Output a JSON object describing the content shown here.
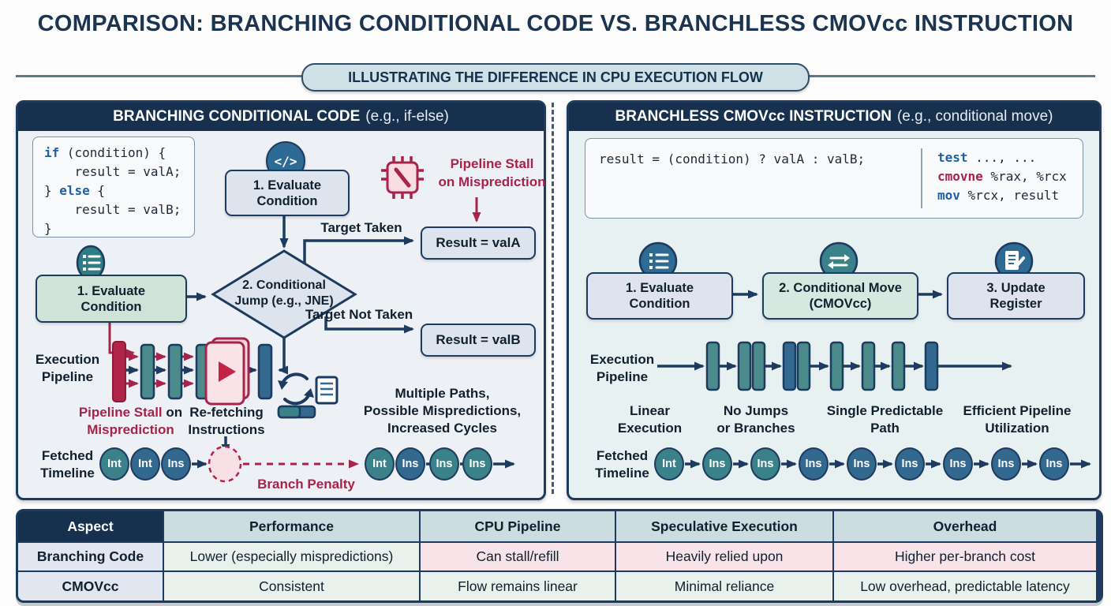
{
  "title": "COMPARISON: BRANCHING CONDITIONAL CODE VS. BRANCHLESS CMOVcc INSTRUCTION",
  "subtitle": "ILLUSTRATING THE DIFFERENCE IN CPU EXECUTION FLOW",
  "left_panel": {
    "header_main": "BRANCHING CONDITIONAL CODE",
    "header_note": "(e.g., if-else)",
    "code": {
      "l1_kw": "if",
      "l1_rest": " (condition) {",
      "l2": "    result = valA;",
      "l3_pre": "} ",
      "l3_kw": "else",
      "l3_post": " {",
      "l4": "    result = valB;",
      "l5": "}"
    },
    "code_icon_glyph": "</>",
    "step_evaluate_top": [
      "1. Evaluate",
      "Condition"
    ],
    "stall_top": [
      "Pipeline Stall",
      "on Misprediction"
    ],
    "target_taken": "Target Taken",
    "result_a": "Result = valA",
    "decision": [
      "2. Conditional",
      "Jump (e.g., JNE)"
    ],
    "target_not_taken": "Target Not Taken",
    "result_b": "Result = valB",
    "step_evaluate_left": [
      "1. Evaluate",
      "Condition"
    ],
    "execution_pipeline": [
      "Execution",
      "Pipeline"
    ],
    "stall_bottom": {
      "line1_crimson": "Pipeline Stall",
      "line1_dark": " on",
      "line2": "Misprediction"
    },
    "refetch": [
      "Re-fetching",
      "Instructions"
    ],
    "consequences": [
      "Multiple Paths,",
      "Possible Mispredictions,",
      "Increased Cycles"
    ],
    "fetched_timeline": [
      "Fetched",
      "Timeline"
    ],
    "branch_penalty": "Branch Penalty",
    "timeline_before": [
      {
        "label": "Int",
        "color": "teal"
      },
      {
        "label": "Int",
        "color": "blue"
      },
      {
        "label": "Ins",
        "color": "blue"
      }
    ],
    "timeline_after": [
      {
        "label": "Int",
        "color": "teal"
      },
      {
        "label": "Ins",
        "color": "blue"
      },
      {
        "label": "Ins",
        "color": "teal"
      },
      {
        "label": "Ins",
        "color": "teal"
      }
    ]
  },
  "right_panel": {
    "header_main": "BRANCHLESS CMOVcc INSTRUCTION",
    "header_note": "(e.g., conditional move)",
    "code_main": "result = (condition) ? valA : valB;",
    "asm": [
      {
        "kw": "test",
        "rest": " ..., ..."
      },
      {
        "kw": "cmovne",
        "rest": " %rax, %rcx"
      },
      {
        "kw": "mov",
        "rest": " %rcx, result"
      }
    ],
    "step1": [
      "1. Evaluate",
      "Condition"
    ],
    "step2": [
      "2. Conditional Move",
      "(CMOVcc)"
    ],
    "step3": [
      "3. Update",
      "Register"
    ],
    "execution_pipeline": [
      "Execution",
      "Pipeline"
    ],
    "benefits": [
      [
        "Linear",
        "Execution"
      ],
      [
        "No Jumps",
        "or Branches"
      ],
      [
        "Single Predictable",
        "Path"
      ],
      [
        "Efficient Pipeline",
        "Utilization"
      ]
    ],
    "fetched_timeline": [
      "Fetched",
      "Timeline"
    ],
    "timeline": [
      {
        "label": "Int",
        "color": "teal"
      },
      {
        "label": "Ins",
        "color": "teal"
      },
      {
        "label": "Ins",
        "color": "teal"
      },
      {
        "label": "Ins",
        "color": "blue"
      },
      {
        "label": "Ins",
        "color": "blue"
      },
      {
        "label": "Ins",
        "color": "blue"
      },
      {
        "label": "Ins",
        "color": "blue"
      },
      {
        "label": "Ins",
        "color": "blue"
      },
      {
        "label": "Ins",
        "color": "blue"
      }
    ]
  },
  "table": {
    "headers": [
      "Aspect",
      "Performance",
      "CPU Pipeline",
      "Speculative Execution",
      "Overhead"
    ],
    "rows": [
      {
        "label": "Branching Code",
        "cells": [
          "Lower (especially mispredictions)",
          "Can stall/refill",
          "Heavily relied upon",
          "Higher per-branch cost"
        ]
      },
      {
        "label": "CMOVcc",
        "cells": [
          "Consistent",
          "Flow remains linear",
          "Minimal reliance",
          "Low overhead, predictable latency"
        ]
      }
    ]
  },
  "colors": {
    "navy": "#16304d",
    "crimson": "#a8234a",
    "teal": "#3a8189",
    "steel_blue": "#33688f",
    "pink": "#f8e1e6",
    "mint": "#d6e8df",
    "lavender": "#dfe3ef"
  }
}
